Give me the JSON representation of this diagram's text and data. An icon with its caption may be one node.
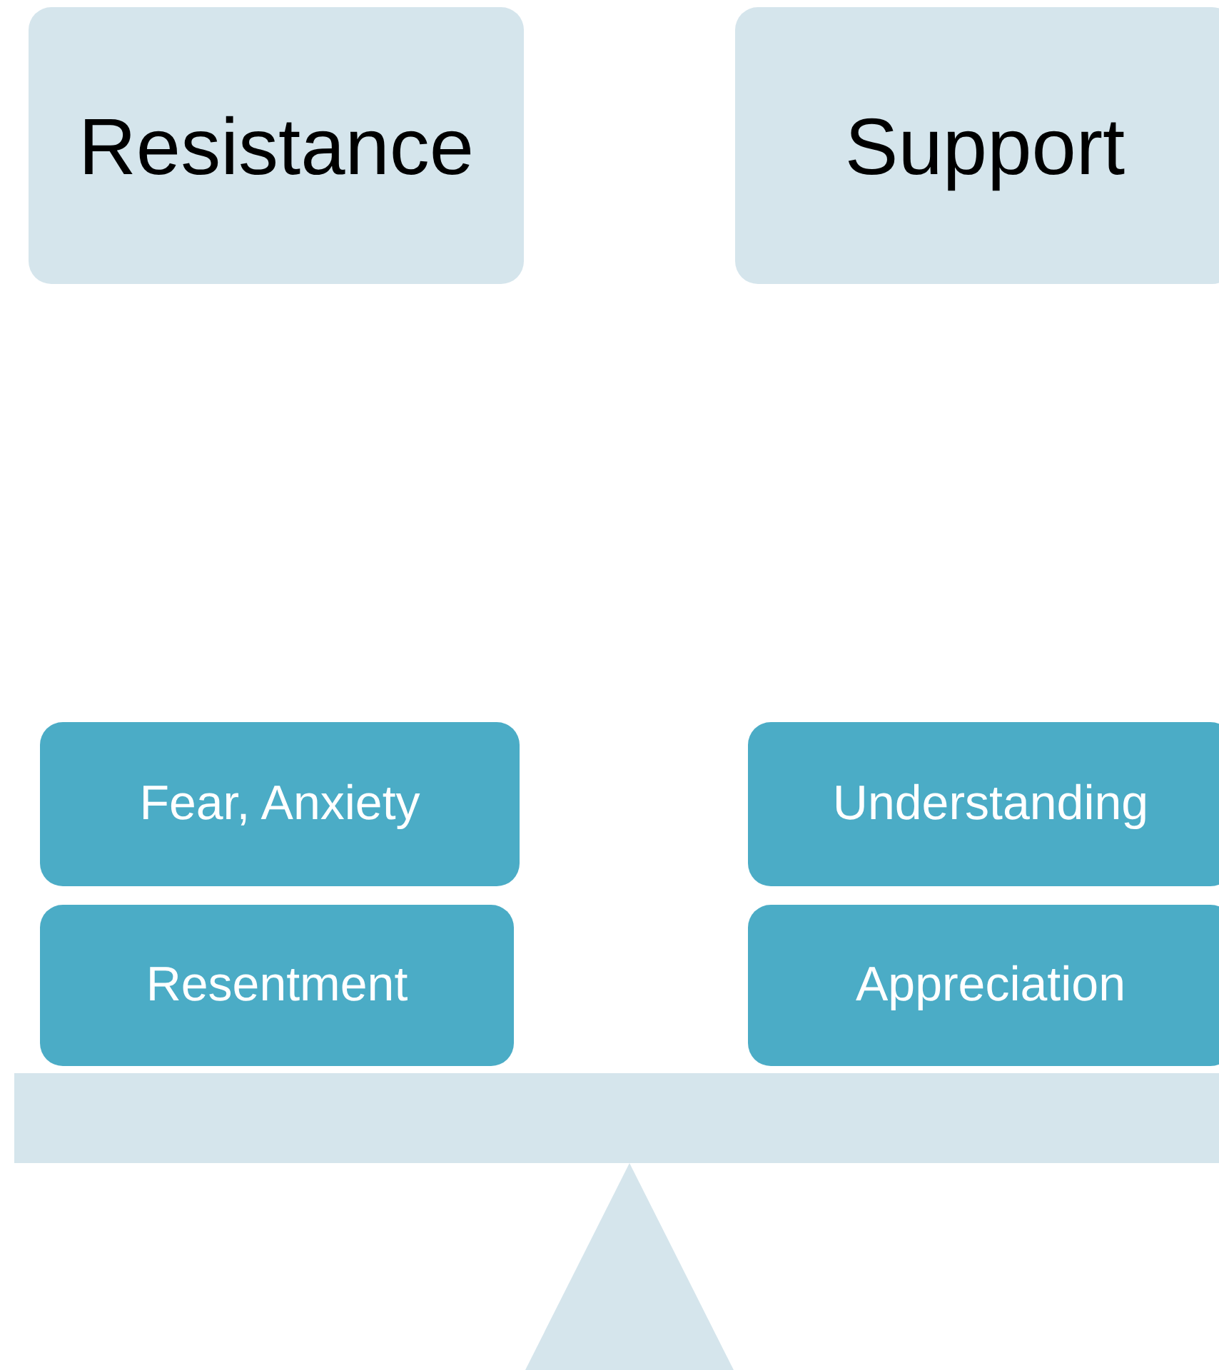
{
  "diagram": {
    "nodes": [
      {
        "text": [
          "Resistance"
        ]
      },
      {
        "text": [
          "Support"
        ]
      },
      {
        "text": [
          "Fear, Anxiety"
        ]
      },
      {
        "text": [
          "Resentment"
        ]
      },
      {
        "text": [
          "Understanding"
        ]
      },
      {
        "text": [
          "Appreciation"
        ]
      }
    ]
  }
}
